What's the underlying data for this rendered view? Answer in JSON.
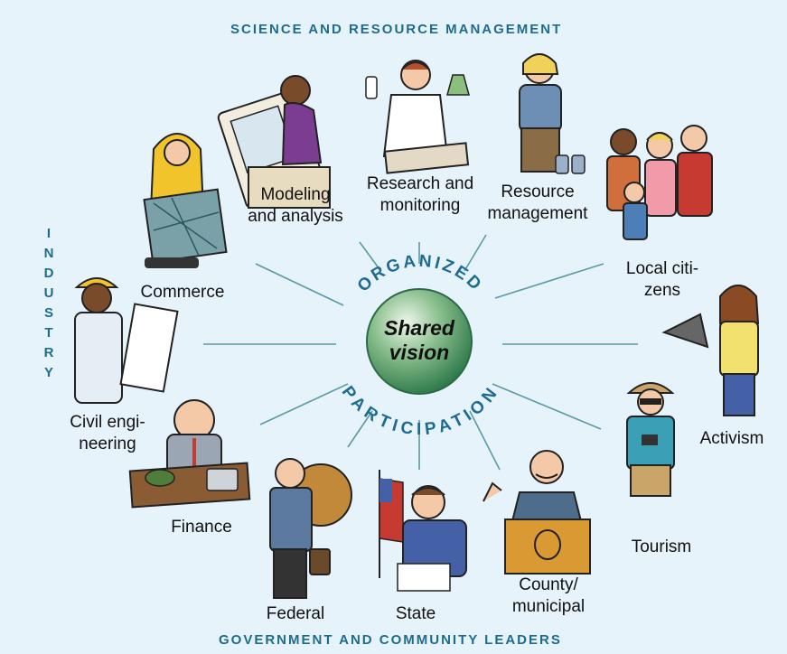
{
  "headers": {
    "top": "SCIENCE AND RESOURCE MANAGEMENT",
    "bottom": "GOVERNMENT AND COMMUNITY LEADERS",
    "left": [
      "I",
      "N",
      "D",
      "U",
      "S",
      "T",
      "R",
      "Y"
    ]
  },
  "center": {
    "line1": "Shared",
    "line2": "vision",
    "arc_top": "ORGANIZED",
    "arc_bottom": "PARTICIPATION"
  },
  "stakeholders": {
    "modeling": [
      "Modeling",
      "and analysis"
    ],
    "research": [
      "Research and",
      "monitoring"
    ],
    "resource": [
      "Resource",
      "management"
    ],
    "local": [
      "Local citi-",
      "zens"
    ],
    "activism": [
      "Activism"
    ],
    "tourism": [
      "Tourism"
    ],
    "county": [
      "County/",
      "municipal"
    ],
    "state": [
      "State"
    ],
    "federal": [
      "Federal"
    ],
    "finance": [
      "Finance"
    ],
    "civil": [
      "Civil engi-",
      "neering"
    ],
    "commerce": [
      "Commerce"
    ]
  },
  "colors": {
    "background": "#e6f3fb",
    "header": "#1d6c8e",
    "spokes": "#5a9aa0",
    "center_sphere": "#6fae7a"
  }
}
